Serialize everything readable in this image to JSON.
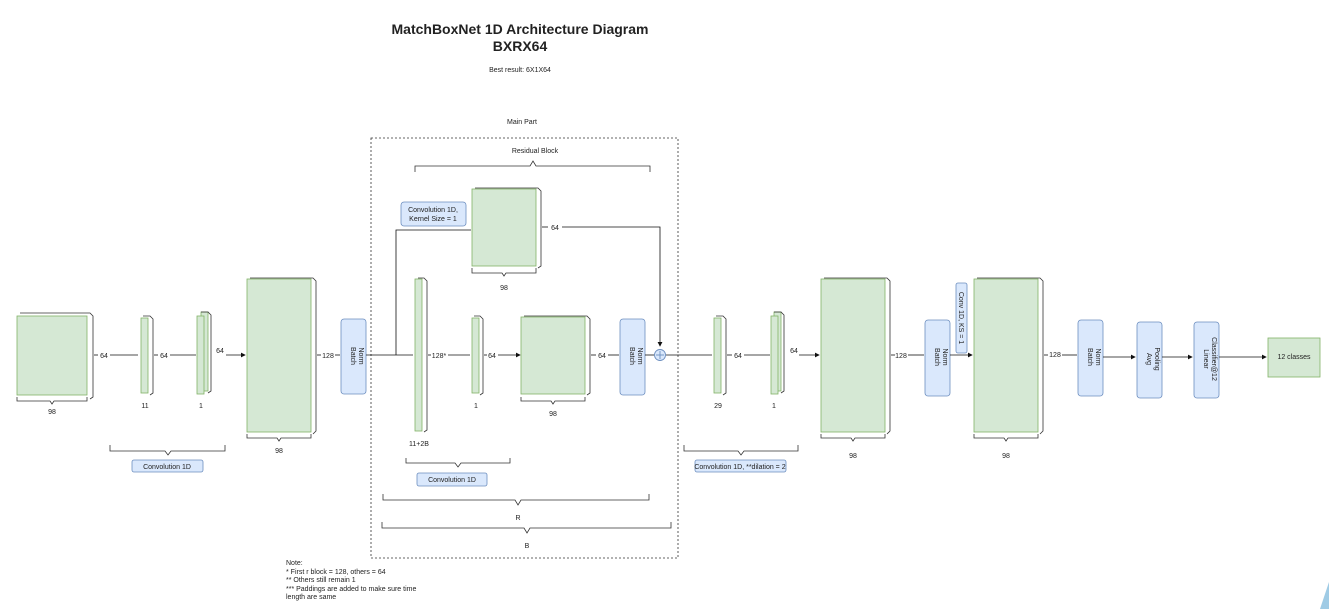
{
  "title_line1": "MatchBoxNet 1D Architecture Diagram",
  "title_line2": "BXRX64",
  "subtitle": "Best result: 6X1X64",
  "main_part_label": "Main Part",
  "residual_block_label": "Residual Block",
  "labels": {
    "conv1d": "Convolution 1D",
    "conv1d_main": "Convolution 1D",
    "conv1d_dilation": "Convolution 1D, **dilation = 2",
    "conv1d_k1_line1": "Convolution 1D,",
    "conv1d_k1_line2": "Kernel Size = 1",
    "batch_norm_1": "Batch",
    "batch_norm_2": "Norm",
    "conv_ks1_vertical": "Conv 1D, KS = 1",
    "avg_pooling_1": "Avg",
    "avg_pooling_2": "Pooling",
    "linear_1": "Linear",
    "linear_2": "Classifier@12",
    "classes": "12 classes"
  },
  "dims": {
    "d64": "64",
    "d128": "128",
    "d128_star": "128*",
    "d98": "98",
    "d11": "11",
    "d1": "1",
    "d29": "29",
    "d11_2b": "11+2B"
  },
  "brace_labels": {
    "r": "R",
    "b": "B"
  },
  "note": "Note:\n* First r block = 128, others = 64\n** Others still remain 1\n*** Paddings are added to make sure time\nlength are same",
  "colors": {
    "block_fill": "#d5e8d4",
    "block_stroke": "#82b366",
    "label_fill": "#dae8fc",
    "label_stroke": "#6c8ebf"
  }
}
